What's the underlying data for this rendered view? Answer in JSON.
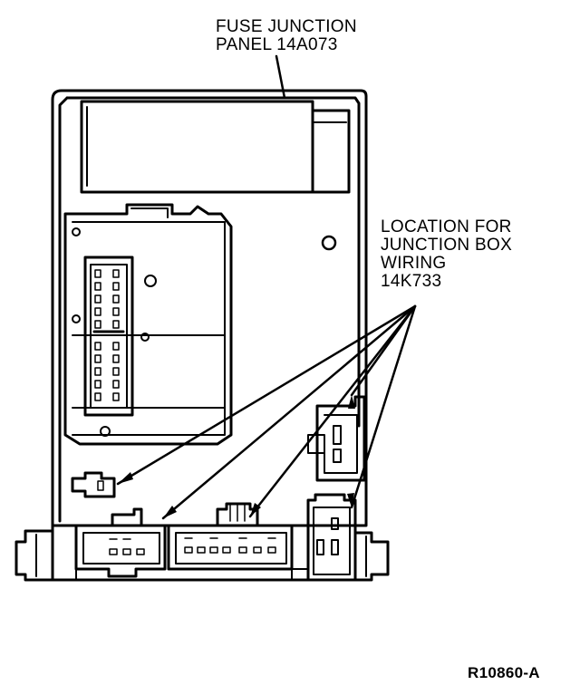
{
  "labels": {
    "fuse_panel": [
      "FUSE JUNCTION",
      "PANEL 14A073"
    ],
    "connector_location": [
      "LOCATION FOR",
      "JUNCTION BOX",
      "WIRING",
      "14K733"
    ],
    "figure_id": "R10860-A"
  },
  "colors": {
    "ink": "#000000",
    "paper": "#ffffff"
  }
}
